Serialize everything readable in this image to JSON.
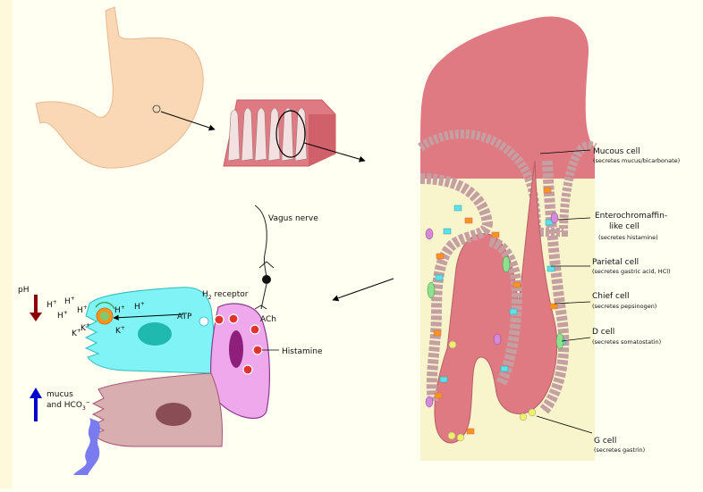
{
  "labels": {
    "mucous": {
      "title": "Mucous cell",
      "sub": "(secretes mucus/bicarbonate)"
    },
    "ecl": {
      "title1": "Enterochromaffin-",
      "title2": "like cell",
      "sub": "(secretes histamine)"
    },
    "parietal": {
      "title": "Parietal cell",
      "sub": "(secretes gastric acid, HCl)"
    },
    "chief": {
      "title": "Chief cell",
      "sub": "(secretes pepsinogen)"
    },
    "dcell": {
      "title": "D cell",
      "sub": "(secretes somatostatin)"
    },
    "gcell": {
      "title": "G cell",
      "sub": "(secretes gastrin)"
    }
  },
  "mechanism": {
    "vagus": "Vagus nerve",
    "h2_prefix": "H",
    "h2_sub": "2",
    "h2_suffix": " receptor",
    "ach": "ACh",
    "histamine": "Histamine",
    "atp": "ATP",
    "ph": "pH",
    "mucus_line1": "mucus",
    "mucus_line2": "and HCO",
    "mucus_sub": "3",
    "mucus_sup": "−",
    "ion_h": "H",
    "ion_k": "K",
    "ion_plus": "+"
  },
  "colors": {
    "background": "#fffff2",
    "stomach": "#fad7b5",
    "tissue": "#e07a82",
    "parietal": "#7ff3f6",
    "ecl": "#f0a8ec",
    "mucous_cell": "#d9aeb0",
    "arrow_down": "#8b0000",
    "arrow_up": "#0000cc"
  }
}
